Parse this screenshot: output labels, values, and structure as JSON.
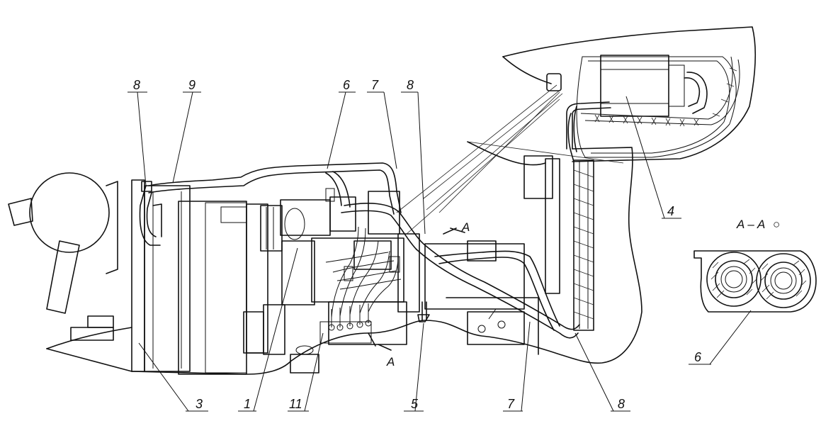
{
  "callouts": [
    "8",
    "9",
    "6",
    "7",
    "8",
    "4",
    "3",
    "1",
    "11",
    "5",
    "7",
    "8",
    "6"
  ],
  "section_marker": "A",
  "section_title": "A – A",
  "section_symbol": "○"
}
